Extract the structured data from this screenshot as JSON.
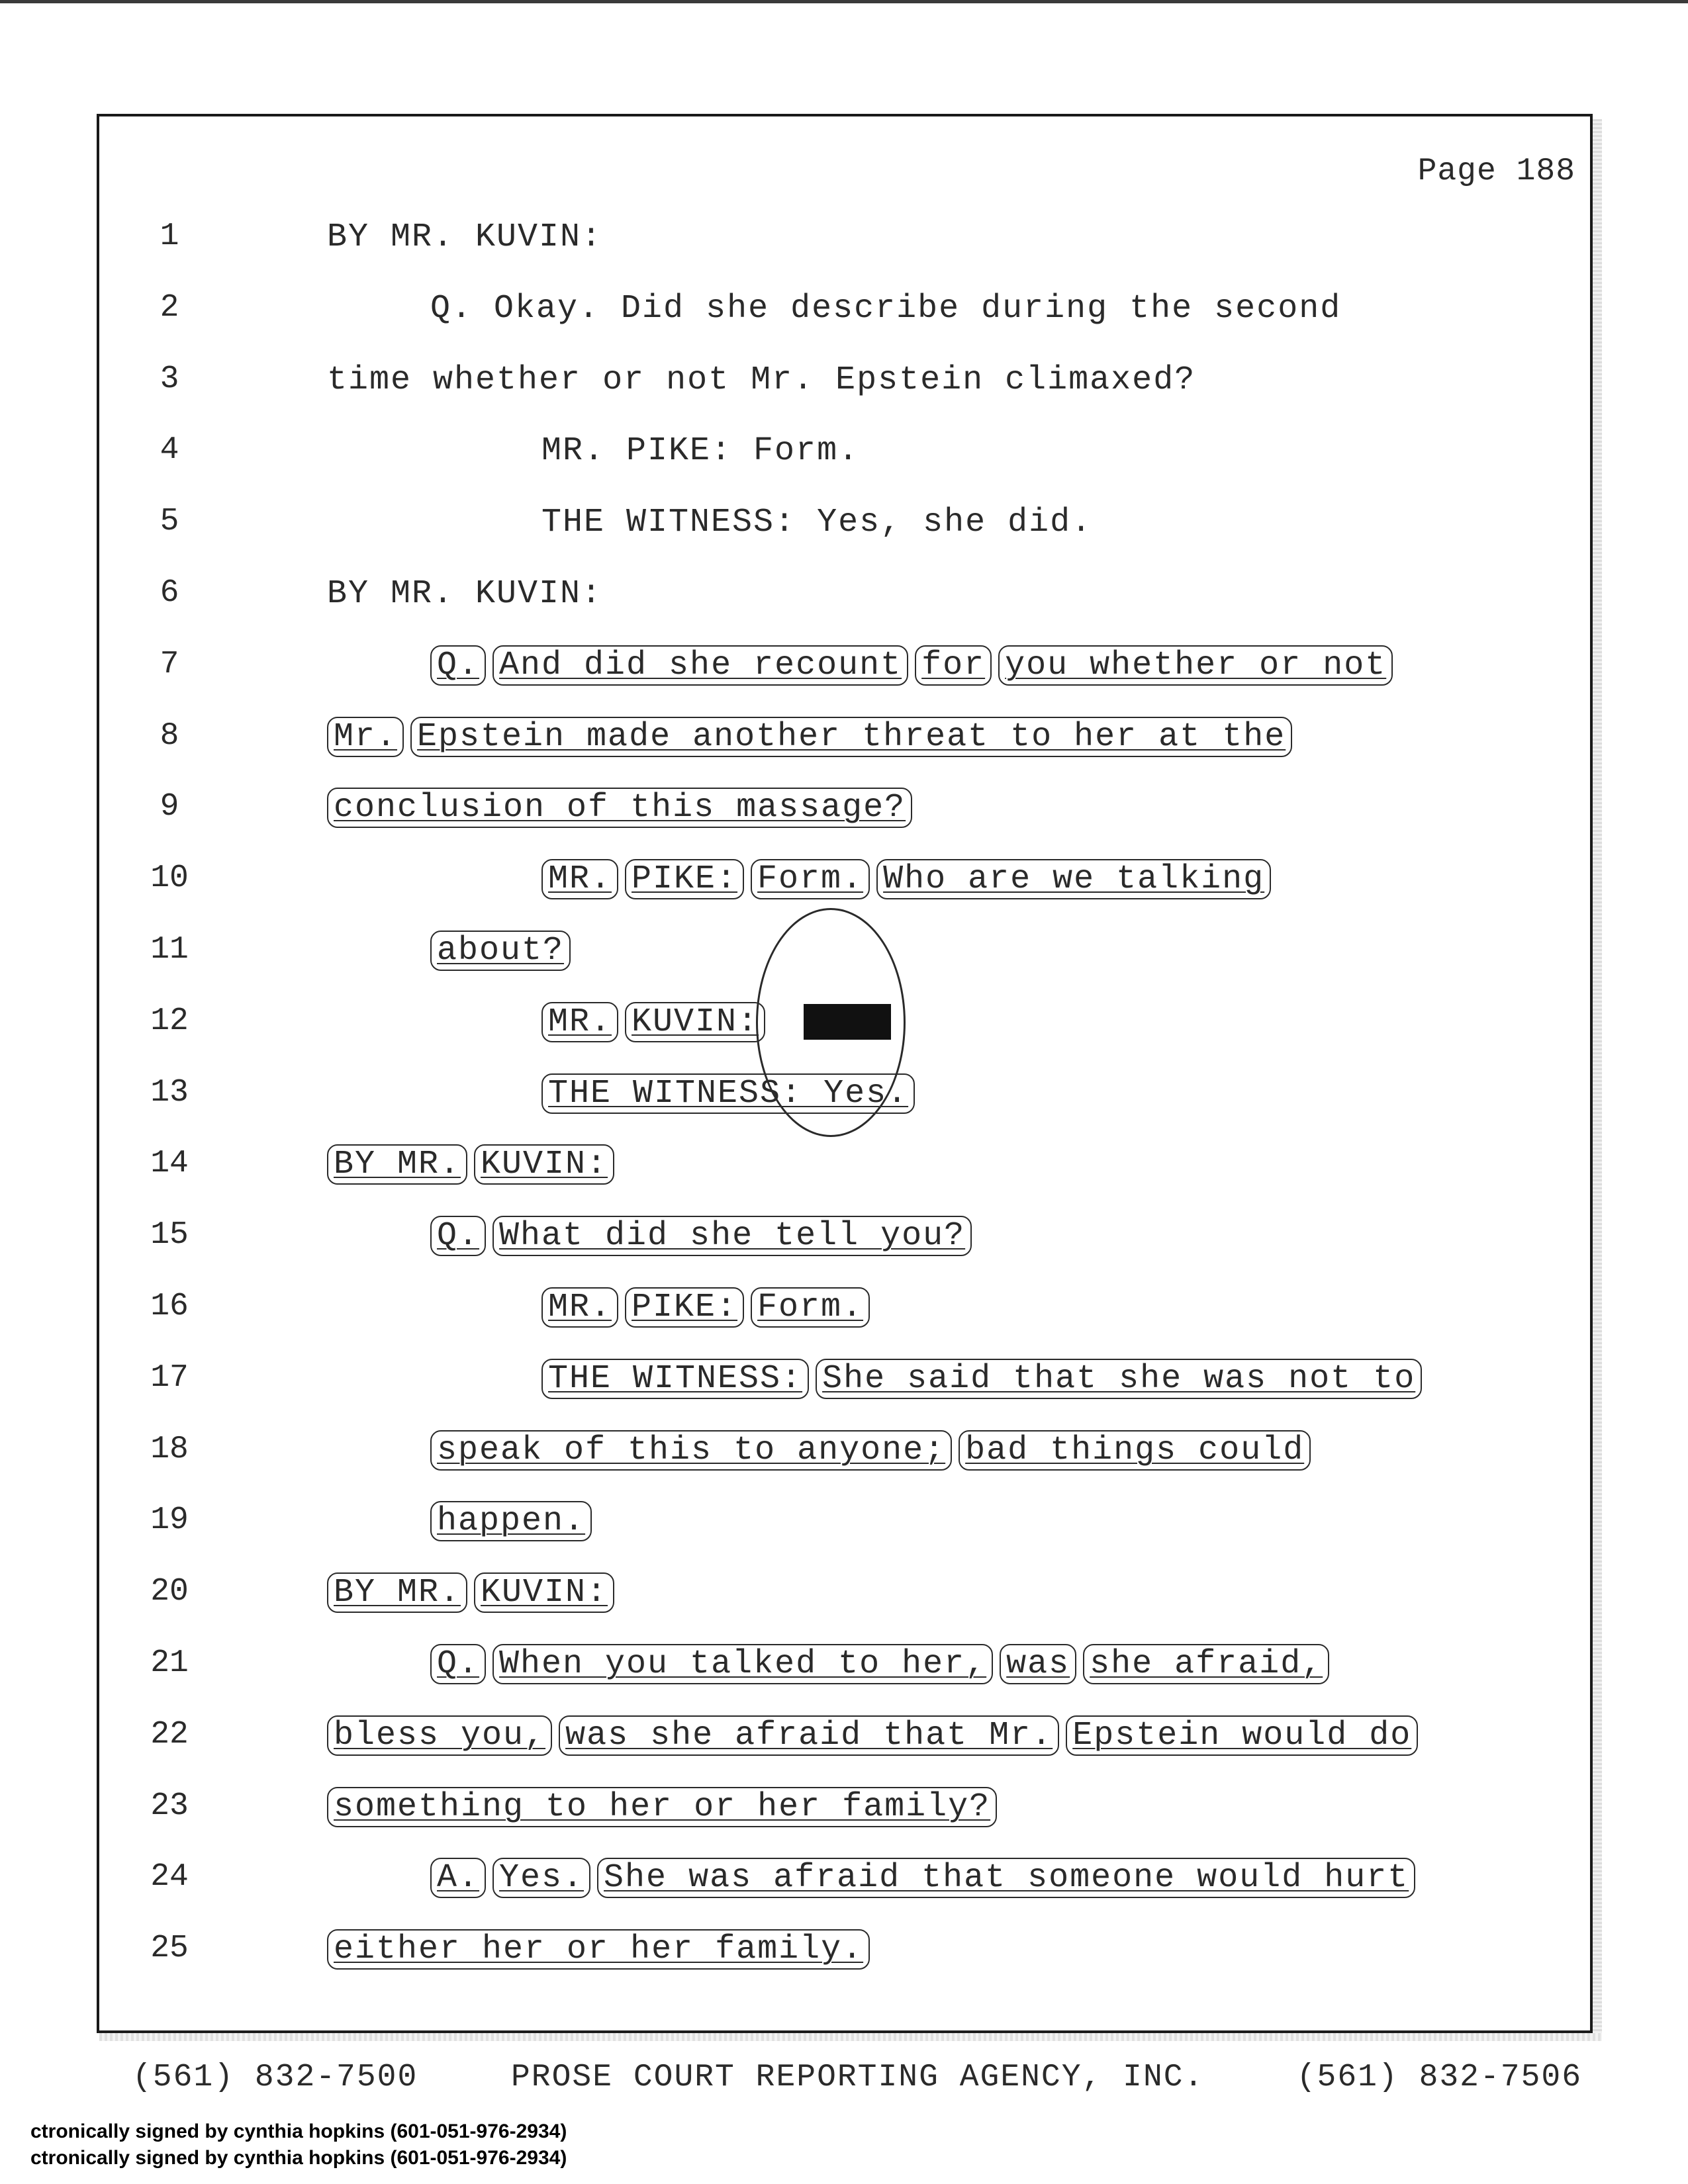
{
  "page_label": "Page 188",
  "lines": [
    {
      "n": "1",
      "s": [
        {
          "t": "BY MR. KUVIN:"
        }
      ]
    },
    {
      "n": "2",
      "s": [
        {
          "t": "Q.    Okay.  Did she describe during the second"
        }
      ]
    },
    {
      "n": "3",
      "s": [
        {
          "t": "time whether or not Mr. Epstein climaxed?"
        }
      ]
    },
    {
      "n": "4",
      "s": [
        {
          "t": "MR. PIKE:  Form."
        }
      ]
    },
    {
      "n": "5",
      "s": [
        {
          "t": "THE WITNESS:  Yes, she did."
        }
      ]
    },
    {
      "n": "6",
      "s": [
        {
          "t": "BY MR. KUVIN:"
        }
      ]
    },
    {
      "n": "7",
      "s": [
        {
          "t": "Q.",
          "box": true
        },
        {
          "t": "And did she recount",
          "box": true
        },
        {
          "t": "for",
          "box": true
        },
        {
          "t": "you whether or not",
          "box": true
        }
      ]
    },
    {
      "n": "8",
      "s": [
        {
          "t": "Mr.",
          "box": true
        },
        {
          "t": "Epstein made another threat to her at the",
          "box": true
        }
      ]
    },
    {
      "n": "9",
      "s": [
        {
          "t": "conclusion of this massage?",
          "box": true
        }
      ]
    },
    {
      "n": "10",
      "s": [
        {
          "t": "MR.",
          "box": true
        },
        {
          "t": "PIKE:",
          "box": true
        },
        {
          "t": "Form.",
          "box": true
        },
        {
          "t": "Who are we talking",
          "box": true
        }
      ]
    },
    {
      "n": "11",
      "s": [
        {
          "t": "about?",
          "box": true
        }
      ]
    },
    {
      "n": "12",
      "s": [
        {
          "t": "MR.",
          "box": true
        },
        {
          "t": "KUVIN:",
          "box": true
        }
      ],
      "redacted": true
    },
    {
      "n": "13",
      "s": [
        {
          "t": "THE WITNESS:  Yes.",
          "box": true
        }
      ]
    },
    {
      "n": "14",
      "s": [
        {
          "t": "BY MR.",
          "box": true
        },
        {
          "t": "KUVIN:",
          "box": true
        }
      ]
    },
    {
      "n": "15",
      "s": [
        {
          "t": "Q.",
          "box": true
        },
        {
          "t": "What did she tell you?",
          "box": true
        }
      ]
    },
    {
      "n": "16",
      "s": [
        {
          "t": "MR.",
          "box": true
        },
        {
          "t": "PIKE:",
          "box": true
        },
        {
          "t": "Form.",
          "box": true
        }
      ]
    },
    {
      "n": "17",
      "s": [
        {
          "t": "THE WITNESS:",
          "box": true
        },
        {
          "t": "She said that she was not to",
          "box": true
        }
      ]
    },
    {
      "n": "18",
      "s": [
        {
          "t": "speak of this to anyone;",
          "box": true
        },
        {
          "t": "bad things could",
          "box": true
        }
      ]
    },
    {
      "n": "19",
      "s": [
        {
          "t": "happen.",
          "box": true
        }
      ]
    },
    {
      "n": "20",
      "s": [
        {
          "t": "BY MR.",
          "box": true
        },
        {
          "t": "KUVIN:",
          "box": true
        }
      ]
    },
    {
      "n": "21",
      "s": [
        {
          "t": "Q.",
          "box": true
        },
        {
          "t": "When you talked to her,",
          "box": true
        },
        {
          "t": "was",
          "box": true
        },
        {
          "t": "she afraid,",
          "box": true
        }
      ]
    },
    {
      "n": "22",
      "s": [
        {
          "t": "bless you,",
          "box": true
        },
        {
          "t": "was she afraid that Mr.",
          "box": true
        },
        {
          "t": "Epstein would do",
          "box": true
        }
      ]
    },
    {
      "n": "23",
      "s": [
        {
          "t": "something to her or her family?",
          "box": true
        }
      ]
    },
    {
      "n": "24",
      "s": [
        {
          "t": "A.",
          "box": true
        },
        {
          "t": "Yes.",
          "box": true
        },
        {
          "t": "She was afraid that someone would hurt",
          "box": true
        }
      ]
    },
    {
      "n": "25",
      "s": [
        {
          "t": "either her or her family.",
          "box": true
        }
      ]
    }
  ],
  "footer": {
    "phone_left": "(561) 832-7500",
    "agency": "PROSE COURT REPORTING AGENCY, INC.",
    "phone_right": "(561) 832-7506"
  },
  "signature_lines": [
    "ctronically signed by cynthia hopkins (601-051-976-2934)",
    "ctronically signed by cynthia hopkins (601-051-976-2934)"
  ]
}
